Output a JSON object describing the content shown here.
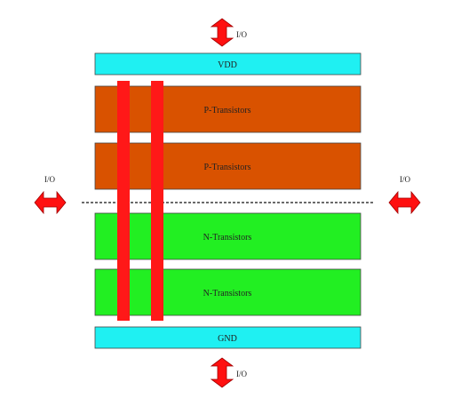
{
  "colors": {
    "rail": "#1ff0f2",
    "p_region": "#d95200",
    "n_region": "#22ef22",
    "poly": "#ff1818",
    "arrow_fill": "#ff1010",
    "arrow_stroke": "#a00000",
    "outline": "#444444"
  },
  "rails": {
    "vdd": "VDD",
    "gnd": "GND"
  },
  "regions": {
    "p1": "P-Transistors",
    "p2": "P-Transistors",
    "n1": "N-Transistors",
    "n2": "N-Transistors"
  },
  "io": {
    "top": "I/O",
    "bottom": "I/O",
    "left": "I/O",
    "right": "I/O"
  }
}
